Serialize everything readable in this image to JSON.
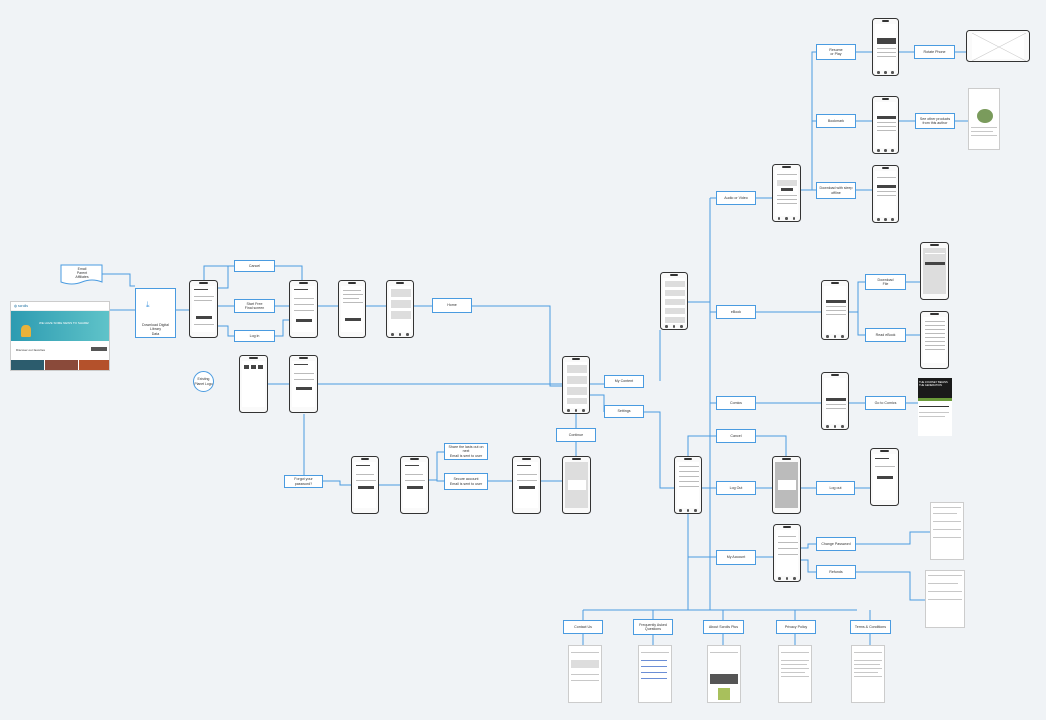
{
  "labels": {
    "email": "Email\nParent\nAffiliates",
    "download": "Download Digital Library\nData",
    "existing": "Existing\nPlanet Logo",
    "cancel_top": "Cancel",
    "start_free": "Start Free\nFinal screen",
    "login": "Log in",
    "home": "Home",
    "forgot": "Forgot your password?",
    "share_link": "Share the lasts out on next\nEmail is sent to user",
    "secure_account": "Secure account\nEmail is sent to user",
    "my_content": "My Content",
    "settings": "Settings",
    "continue": "Continue",
    "audio_video": "Audio or Video",
    "resume_pause": "Resume\nor Play",
    "rotate_phone": "Rotate Phone",
    "bookmark": "Bookmark",
    "see_other": "See other products\nfrom this author",
    "download_sleep": "Download with sleep\noffline",
    "ebook": "eBook",
    "download_file": "Download\nFile",
    "read_ebook": "Read eBook",
    "comics": "Comics",
    "go_comics": "Go to Comics",
    "cancel_mid": "Cancel",
    "log_out": "Log Out",
    "logout_confirm": "Log out",
    "my_account": "My Account",
    "change_password": "Change Password",
    "refunds": "Refunds",
    "contact_us": "Contact Us",
    "faq": "Frequently Asked\nQuestions",
    "about": "About Scrolls Plus",
    "privacy": "Privacy Policy",
    "terms": "Terms & Conditions"
  },
  "screens": {
    "hero_text": "WE HAVE SOME NEWS TO SHARE!",
    "section_title": "Discover our favorites",
    "comic_banner": "THE JOURNEY BEGINS\nTHE GENERATION"
  },
  "colors": {
    "connector": "#4a9be0",
    "border": "#333333",
    "background": "#f0f3f6"
  }
}
